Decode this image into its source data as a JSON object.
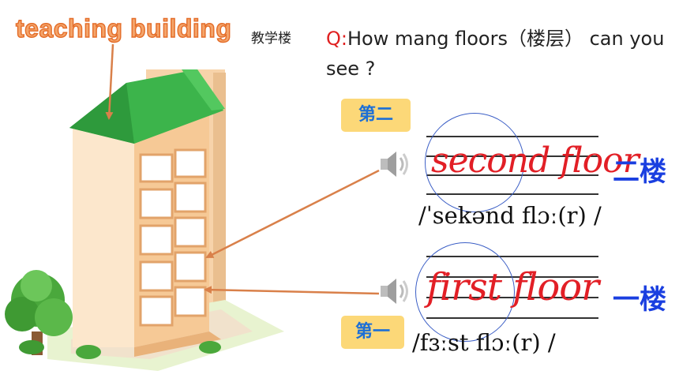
{
  "title": {
    "english": "teaching building",
    "chinese": "教学楼"
  },
  "question": {
    "prefix": "Q:",
    "text": "How mang floors（楼层） can you see ?"
  },
  "floors": [
    {
      "badge": "第二",
      "word": "second floor",
      "phonetic": "/ˈsekənd flɔː(r) /",
      "chinese": "二楼"
    },
    {
      "badge": "第一",
      "word": "first floor",
      "phonetic": "/fɜːst flɔː(r) /",
      "chinese": "一楼"
    }
  ],
  "colors": {
    "title_fill": "#f4a46a",
    "title_stroke": "#e46c28",
    "question_prefix": "#e02020",
    "badge_bg": "#fcd878",
    "badge_text": "#1c6fd6",
    "script": "#e21f26",
    "chinese_floor": "#1a3fe0",
    "arrow": "#d9804a",
    "roof": "#3cb44b",
    "wall": "#fbe0c0"
  },
  "icons": [
    "speaker-icon",
    "tree-icon",
    "building-illustration"
  ]
}
